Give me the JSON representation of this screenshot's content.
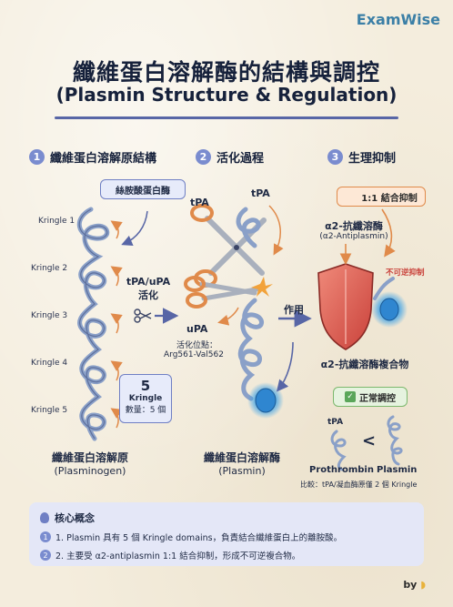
{
  "brand": "ExamWise",
  "title_zh": "纖維蛋白溶解酶的結構與調控",
  "title_en": "(Plasmin Structure & Regulation)",
  "sections": [
    {
      "num": "1",
      "title": "纖維蛋白溶解原結構"
    },
    {
      "num": "2",
      "title": "活化過程"
    },
    {
      "num": "3",
      "title": "生理抑制"
    }
  ],
  "panel1": {
    "tag": "絲胺酸蛋白酶",
    "kringles": [
      "Kringle 1",
      "Kringle 2",
      "Kringle 3",
      "Kringle 4",
      "Kringle 5"
    ],
    "kringle_count_big": "5",
    "kringle_word": "Kringle",
    "kringle_count_text": "數量：5 個",
    "name_zh": "纖維蛋白溶解原",
    "name_en": "(Plasminogen)",
    "activator_label_1": "tPA/uPA",
    "activator_label_2": "活化"
  },
  "panel2": {
    "tpa_left": "tPA",
    "tpa_right": "tPA",
    "upa": "uPA",
    "site_label": "活化位點：",
    "site_value": "Arg561-Val562",
    "action": "作用",
    "name_zh": "纖維蛋白溶解酶",
    "name_en": "(Plasmin)"
  },
  "panel3": {
    "warn_label": "1:1 結合抑制",
    "inhibitor_zh": "α2-抗纖溶酶",
    "inhibitor_en": "(α2-Antiplasmin)",
    "irreversible": "不可逆抑制",
    "complex": "α2-抗纖溶酶複合物",
    "ok_label": "正常調控",
    "tpa": "tPA",
    "less_than": "<",
    "prothrombin": "Prothrombin",
    "plasmin": "Plasmin",
    "compare": "比較：tPA/凝血酶原僅 2 個 Kringle"
  },
  "core": {
    "title": "核心概念",
    "items": [
      "1. Plasmin 具有 5 個 Kringle domains，負責結合纖維蛋白上的離胺酸。",
      "2. 主要受 α2-antiplasmin 1:1 結合抑制，形成不可逆複合物。"
    ]
  },
  "signature": "by",
  "colors": {
    "accent": "#7a8ccf",
    "orange": "#e08a4a",
    "shield": "#d9534f",
    "glow": "#3fa2e6",
    "strand": "#8aa0c8"
  }
}
